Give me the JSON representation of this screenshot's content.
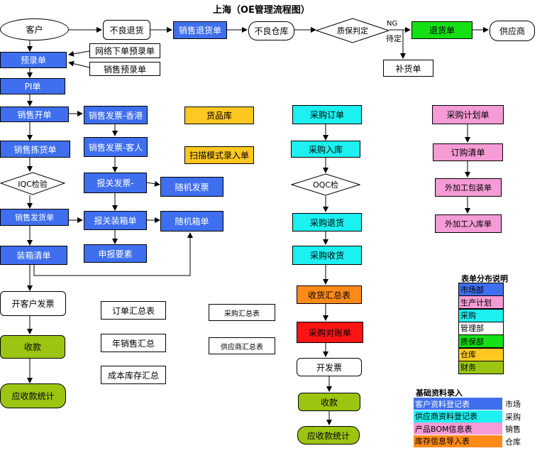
{
  "title": "上海（OE管理流程图）",
  "nodes": {
    "customer": "客户",
    "bad_return": "不良退货",
    "sales_return": "销售退货单",
    "bad_warehouse": "不良仓库",
    "qa_decision": "质保判定",
    "return_note": "退货单",
    "supplier": "供应商",
    "ng": "NG",
    "pending": "待定",
    "replenish": "补货单",
    "pre_order": "预录单",
    "online_pre_order": "网络下单预录单",
    "sales_pre_order": "销售预录单",
    "pi": "PI单",
    "sales_order": "销售开单",
    "invoice_hk": "销售发票-香港",
    "invoice_customer": "销售发票-客人",
    "picking": "销售拣货单",
    "iqc": "IQC检验",
    "customs_invoice": "报关发票-",
    "random_invoice": "随机发票",
    "sales_delivery": "销售发货单",
    "customs_packing": "报关装箱单",
    "random_packing": "随机箱单",
    "packing_list": "装箱清单",
    "declare_elements": "申报要素",
    "customer_invoice": "开客户发票",
    "collect_left": "收款",
    "receivable_left": "应收款统计",
    "goods_warehouse": "货品库",
    "scan_entry": "扫描模式录入单",
    "order_summary": "订单汇总表",
    "annual_sales": "年销售汇总",
    "cost_inventory": "成本库存汇总",
    "purchase_summary": "采购汇总表",
    "supplier_summary": "供应商汇总表",
    "purchase_order": "采购订单",
    "purchase_in": "采购入库",
    "oqc": "OQC检",
    "purchase_return": "采购退货",
    "purchase_receive": "采购收货",
    "receive_summary": "收货汇总表",
    "purchase_reconcile": "采购对账单",
    "issue_invoice": "开发票",
    "collect_right": "收款",
    "receivable_right": "应收款统计",
    "purchase_plan": "采购计划单",
    "order_list": "订购清单",
    "outsource_pack": "外加工包装单",
    "outsource_in": "外加工入库单"
  },
  "legend": {
    "title": "表单分布说明",
    "items": [
      {
        "label": "市场部",
        "color": "#3f6fef"
      },
      {
        "label": "生产计划",
        "color": "#f59bd5"
      },
      {
        "label": "采购",
        "color": "#1cf0f0"
      },
      {
        "label": "管理部",
        "color": "#ffffff"
      },
      {
        "label": "质保部",
        "color": "#14e014"
      },
      {
        "label": "仓库",
        "color": "#ffc820"
      },
      {
        "label": "财务",
        "color": "#9bc510"
      }
    ]
  },
  "base_data": {
    "title": "基础资料录入",
    "items": [
      {
        "label": "客户资料登记表",
        "owner": "市场",
        "color": "#3f6fef"
      },
      {
        "label": "供应商资料登记表",
        "owner": "采购",
        "color": "#1cf0f0"
      },
      {
        "label": "产品BOM信息表",
        "owner": "销售",
        "color": "#f59bd5"
      },
      {
        "label": "库存信息导入表",
        "owner": "仓库",
        "color": "#ff8a18"
      }
    ]
  }
}
